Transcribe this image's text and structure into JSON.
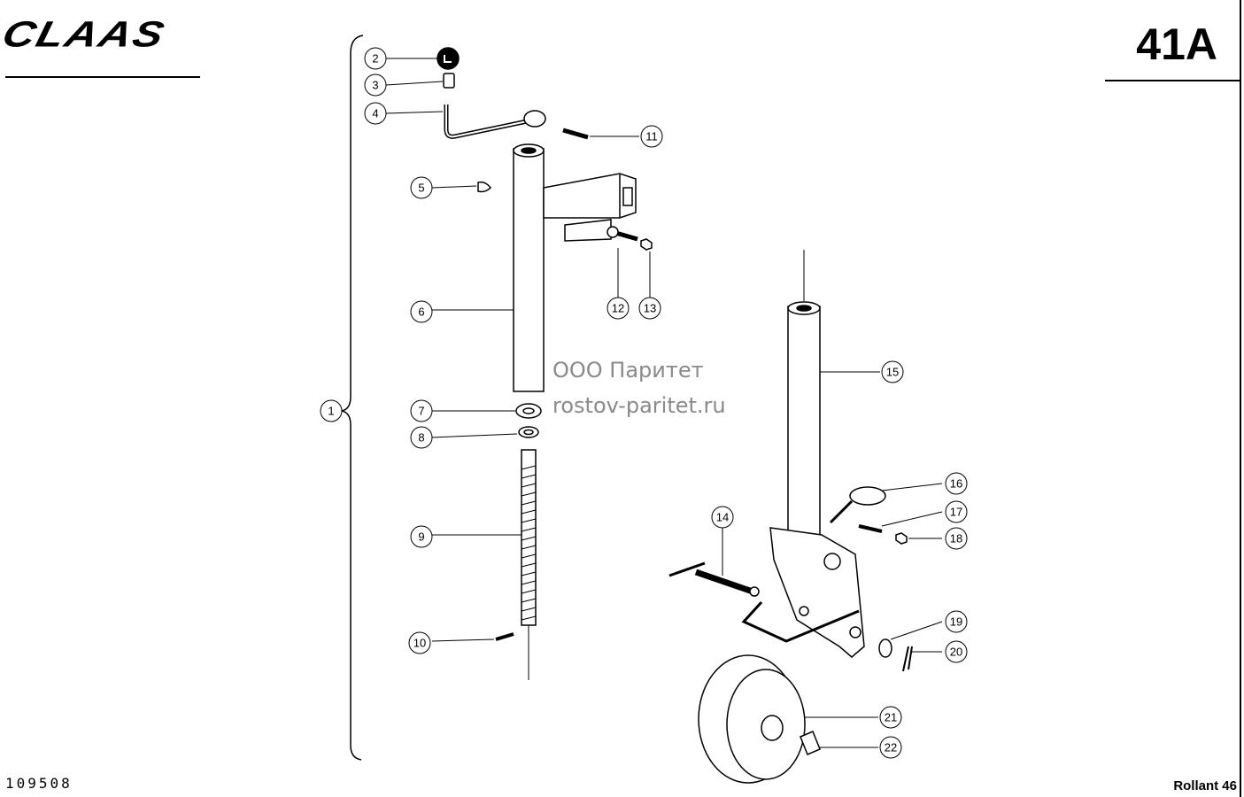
{
  "header": {
    "brand": "CLAAS",
    "page_code": "41A"
  },
  "footer": {
    "drawing_number": "109508",
    "model": "Rollant 46"
  },
  "watermark": {
    "line1": "ООО Паритет",
    "line2": "rostov-paritet.ru"
  },
  "callouts": [
    {
      "id": "1",
      "label": "1"
    },
    {
      "id": "2",
      "label": "2"
    },
    {
      "id": "3",
      "label": "3"
    },
    {
      "id": "4",
      "label": "4"
    },
    {
      "id": "5",
      "label": "5"
    },
    {
      "id": "6",
      "label": "6"
    },
    {
      "id": "7",
      "label": "7"
    },
    {
      "id": "8",
      "label": "8"
    },
    {
      "id": "9",
      "label": "9"
    },
    {
      "id": "10",
      "label": "10"
    },
    {
      "id": "11",
      "label": "11"
    },
    {
      "id": "12",
      "label": "12"
    },
    {
      "id": "13",
      "label": "13"
    },
    {
      "id": "14",
      "label": "14"
    },
    {
      "id": "15",
      "label": "15"
    },
    {
      "id": "16",
      "label": "16"
    },
    {
      "id": "17",
      "label": "17"
    },
    {
      "id": "18",
      "label": "18"
    },
    {
      "id": "19",
      "label": "19"
    },
    {
      "id": "20",
      "label": "20"
    },
    {
      "id": "21",
      "label": "21"
    },
    {
      "id": "22",
      "label": "22"
    }
  ]
}
